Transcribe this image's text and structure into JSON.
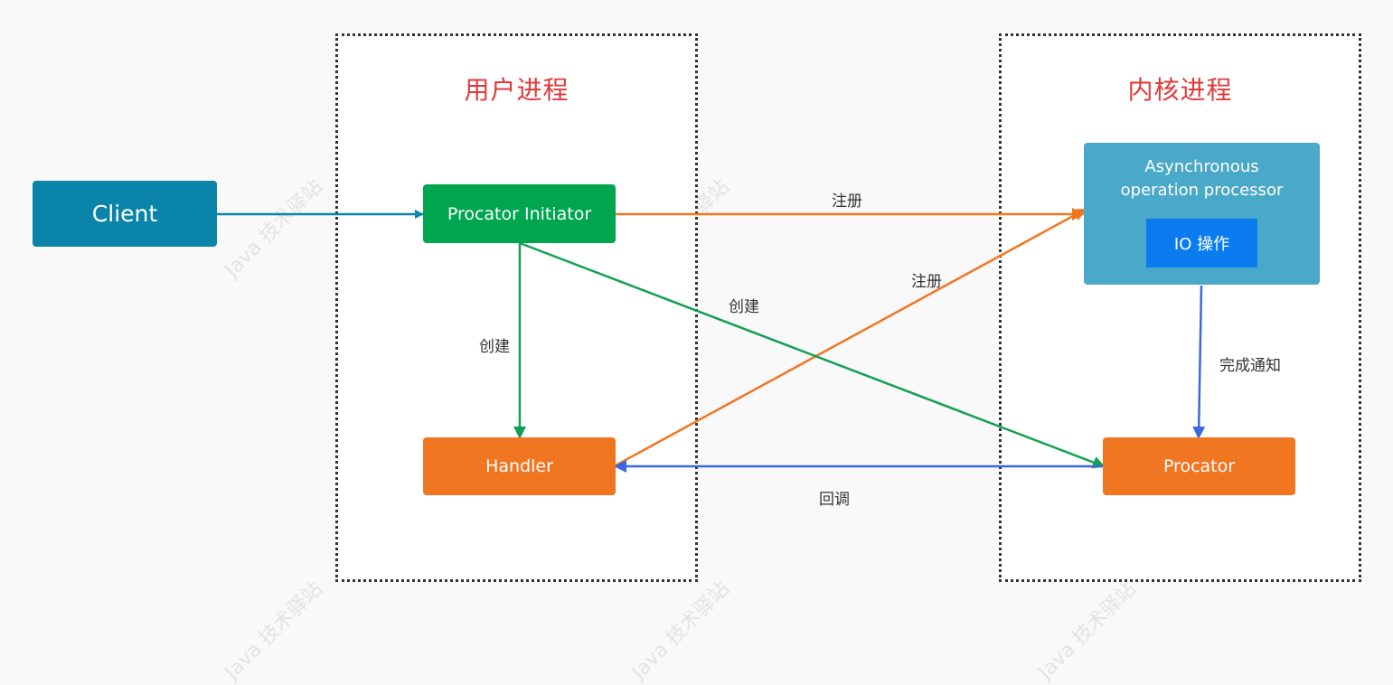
{
  "regions": {
    "user_process": {
      "title": "用户进程"
    },
    "kernel_process": {
      "title": "内核进程"
    }
  },
  "nodes": {
    "client": {
      "label": "Client",
      "color": "#0a84a8"
    },
    "procator_initiator": {
      "label": "Procator Initiator",
      "color": "#00a550"
    },
    "handler": {
      "label": "Handler",
      "color": "#f07622"
    },
    "async_processor": {
      "line1": "Asynchronous",
      "line2": "operation processor",
      "color": "#4aa8c8"
    },
    "io_operation": {
      "label": "IO 操作",
      "color": "#0a7cf0"
    },
    "procator": {
      "label": "Procator",
      "color": "#f07622"
    }
  },
  "edges": {
    "register_top": {
      "label": "注册",
      "color": "#f07622"
    },
    "register_diag": {
      "label": "注册",
      "color": "#f07622"
    },
    "create_down": {
      "label": "创建",
      "color": "#13a052"
    },
    "create_diag": {
      "label": "创建",
      "color": "#13a052"
    },
    "complete_notify": {
      "label": "完成通知",
      "color": "#3a68e0"
    },
    "callback": {
      "label": "回调",
      "color": "#3a68e0"
    },
    "client_to_initiator": {
      "color": "#0a84a8"
    }
  },
  "watermark": {
    "text": "Java 技术驿站"
  }
}
